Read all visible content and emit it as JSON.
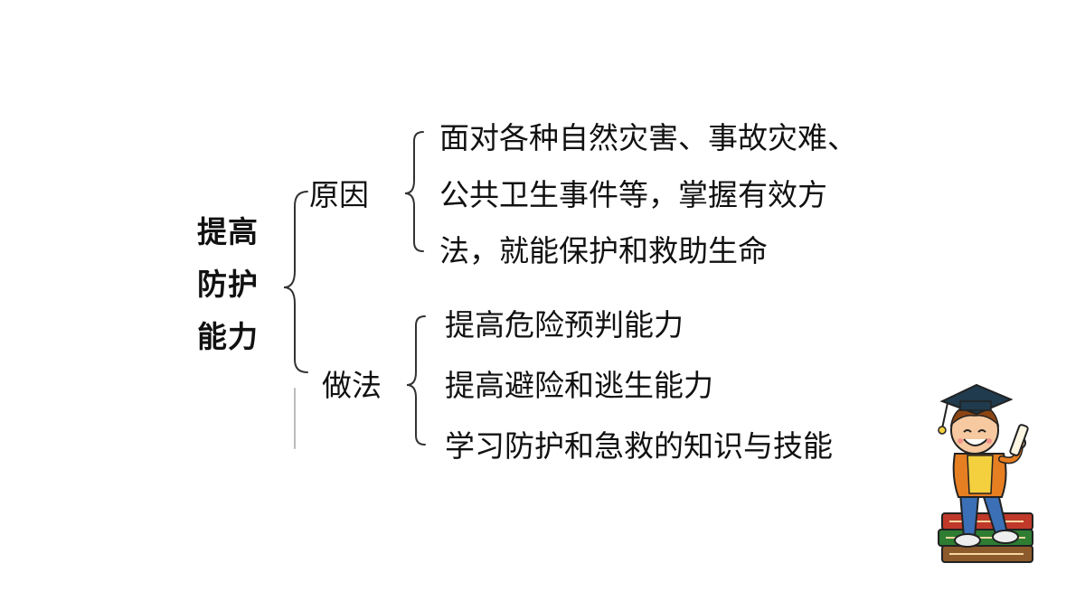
{
  "root": {
    "title_lines": [
      "提高",
      "防护",
      "能力"
    ]
  },
  "branches": [
    {
      "label": "原因",
      "items": [
        "面对各种自然灾害、事故灾难、",
        "公共卫生事件等，掌握有效方",
        "法，就能保护和救助生命"
      ]
    },
    {
      "label": "做法",
      "items": [
        "提高危险预判能力",
        "提高避险和逃生能力",
        "学习防护和急救的知识与技能"
      ]
    }
  ],
  "icons": {
    "mascot": "graduate-boy-on-books-illustration"
  },
  "colors": {
    "text": "#111111",
    "bracket": "#333333",
    "background": "#ffffff"
  }
}
